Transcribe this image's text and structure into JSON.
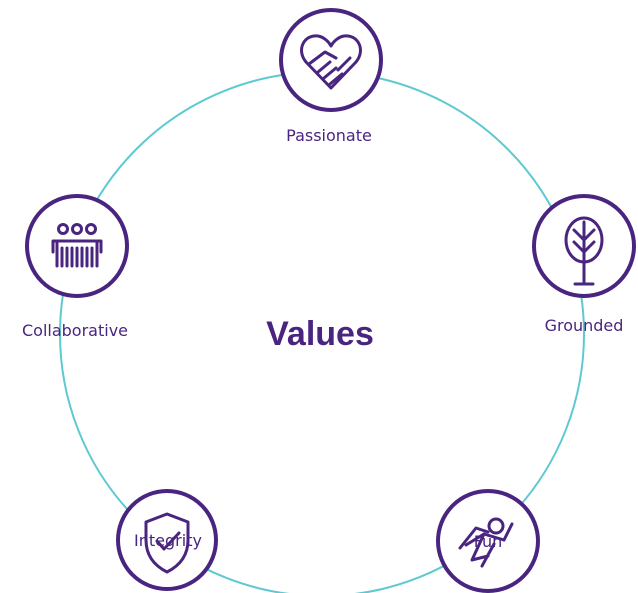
{
  "title": "Values",
  "colors": {
    "ring": "#5ec9d1",
    "accent": "#4a2580",
    "label": "#4a2580",
    "background": "#ffffff"
  },
  "values": [
    {
      "label": "Passionate",
      "icon": "handshake-heart-icon"
    },
    {
      "label": "Grounded",
      "icon": "tree-icon"
    },
    {
      "label": "Fun",
      "icon": "superhero-icon"
    },
    {
      "label": "Integrity",
      "icon": "shield-check-icon"
    },
    {
      "label": "Collaborative",
      "icon": "team-people-icon"
    }
  ]
}
